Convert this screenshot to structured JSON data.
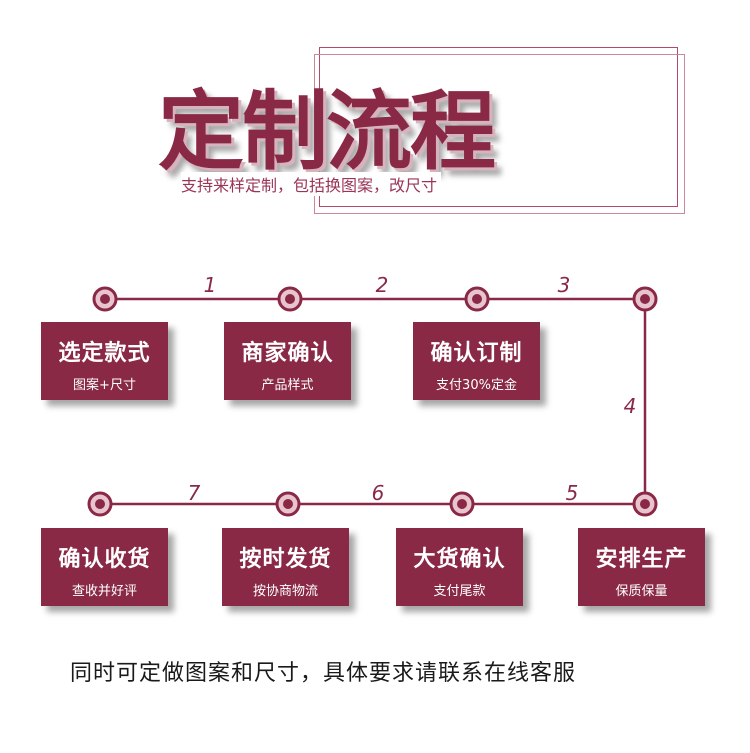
{
  "header": {
    "title": "定制流程",
    "subtitle": "支持来样定制，包括换图案，改尺寸"
  },
  "steps": [
    {
      "title": "选定款式",
      "sub": "图案+尺寸"
    },
    {
      "title": "商家确认",
      "sub": "产品样式"
    },
    {
      "title": "确认订制",
      "sub": "支付30%定金"
    },
    {
      "title": "安排生产",
      "sub": "保质保量"
    },
    {
      "title": "大货确认",
      "sub": "支付尾款"
    },
    {
      "title": "按时发货",
      "sub": "按协商物流"
    },
    {
      "title": "确认收货",
      "sub": "查收并好评"
    }
  ],
  "connector_numbers": [
    "1",
    "2",
    "3",
    "4",
    "5",
    "6",
    "7"
  ],
  "footer": "同时可定做图案和尺寸，具体要求请联系在线客服",
  "colors": {
    "accent": "#8a2946",
    "node_fill": "#e8c4cf",
    "background": "#ffffff"
  }
}
